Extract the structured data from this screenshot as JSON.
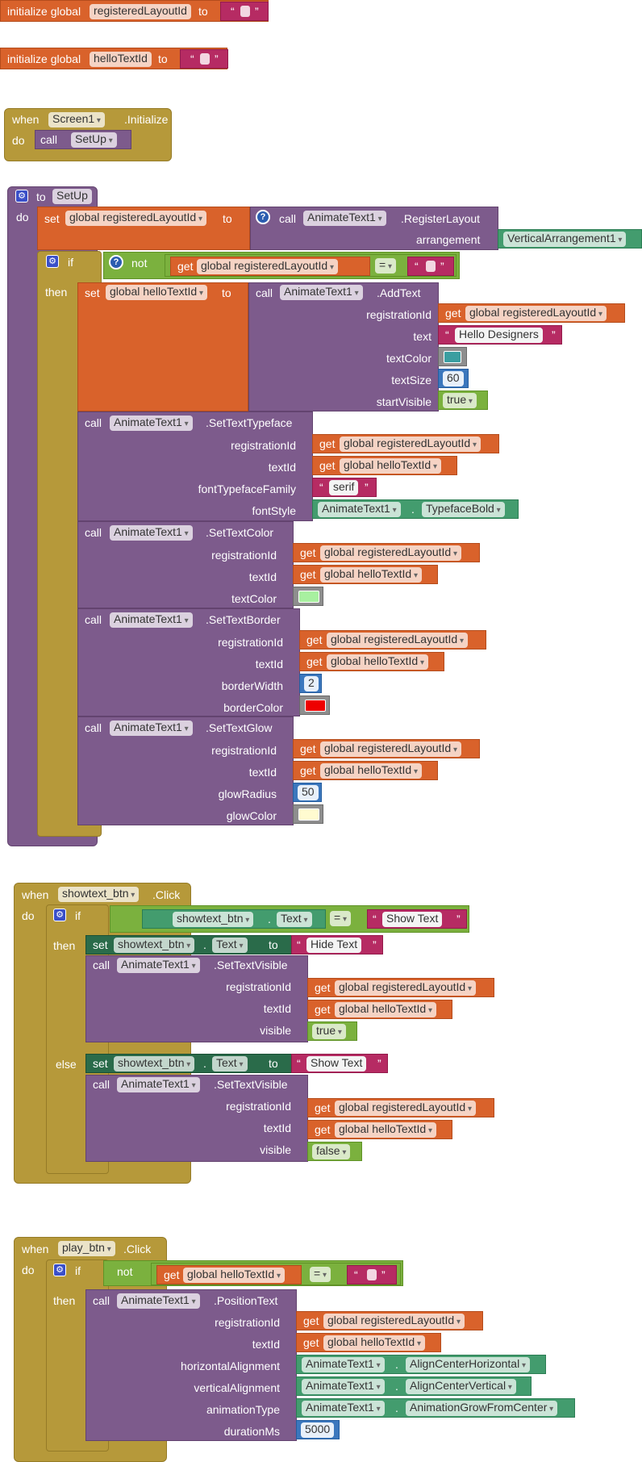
{
  "kw": {
    "initialize_global": "initialize global",
    "to": "to",
    "when": "when",
    "do": "do",
    "call": "call",
    "set": "set",
    "get": "get",
    "if": "if",
    "then": "then",
    "else": "else",
    "not": "not",
    "eq": "=",
    "dot": ".",
    "q_open": "“",
    "q_close": "”"
  },
  "vars": {
    "registeredLayoutId": "registeredLayoutId",
    "helloTextId": "helloTextId",
    "global_registeredLayoutId": "global registeredLayoutId",
    "global_helloTextId": "global helloTextId"
  },
  "components": {
    "screen1": "Screen1",
    "animate": "AnimateText1",
    "vertical": "VerticalArrangement1",
    "showtext_btn": "showtext_btn",
    "play_btn": "play_btn"
  },
  "events": {
    "initialize": ".Initialize",
    "click": ".Click"
  },
  "procedures": {
    "setup": "SetUp"
  },
  "methods": {
    "register_layout": ".RegisterLayout",
    "add_text": ".AddText",
    "set_typeface": ".SetTextTypeface",
    "set_color": ".SetTextColor",
    "set_border": ".SetTextBorder",
    "set_glow": ".SetTextGlow",
    "set_visible": ".SetTextVisible",
    "position_text": ".PositionText"
  },
  "params": {
    "arrangement": "arrangement",
    "registrationId": "registrationId",
    "text": "text",
    "textColor": "textColor",
    "textSize": "textSize",
    "startVisible": "startVisible",
    "textId": "textId",
    "fontTypefaceFamily": "fontTypefaceFamily",
    "fontStyle": "fontStyle",
    "borderWidth": "borderWidth",
    "borderColor": "borderColor",
    "glowRadius": "glowRadius",
    "glowColor": "glowColor",
    "visible": "visible",
    "horizontalAlignment": "horizontalAlignment",
    "verticalAlignment": "verticalAlignment",
    "animationType": "animationType",
    "durationMs": "durationMs"
  },
  "values": {
    "hello_designers": "Hello Designers",
    "text_size": "60",
    "true": "true",
    "false": "false",
    "serif": "serif",
    "typeface_bold": "TypefaceBold",
    "border_width": "2",
    "glow_radius": "50",
    "text_prop": "Text",
    "show_text": "Show Text",
    "hide_text": "Hide Text",
    "align_center_h": "AlignCenterHorizontal",
    "align_center_v": "AlignCenterVertical",
    "anim_grow": "AnimationGrowFromCenter",
    "duration": "5000"
  },
  "colors": {
    "addtext_text_color": "#3a9ea0",
    "settextcolor_color": "#a8f0a0",
    "border_color": "#ee0000",
    "glow_color": "#fffbd0"
  }
}
